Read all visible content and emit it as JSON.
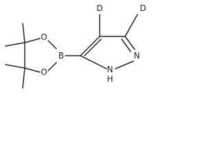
{
  "structure": {
    "atoms": {
      "deuterium_1": "D",
      "deuterium_2": "D",
      "boron": "B",
      "oxygen_upper": "O",
      "oxygen_lower": "O",
      "nitrogen_ring": "N",
      "nitrogen_nh": "N",
      "hydrogen_nh": "H"
    }
  }
}
